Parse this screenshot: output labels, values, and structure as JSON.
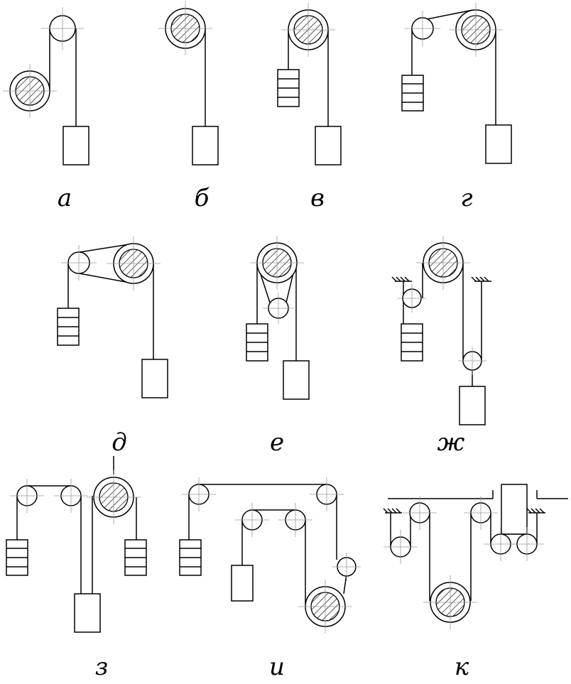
{
  "labels": {
    "a": "а",
    "b": "б",
    "v": "в",
    "g": "г",
    "d": "д",
    "e": "е",
    "zh": "ж",
    "z": "з",
    "i": "и",
    "k": "к"
  }
}
